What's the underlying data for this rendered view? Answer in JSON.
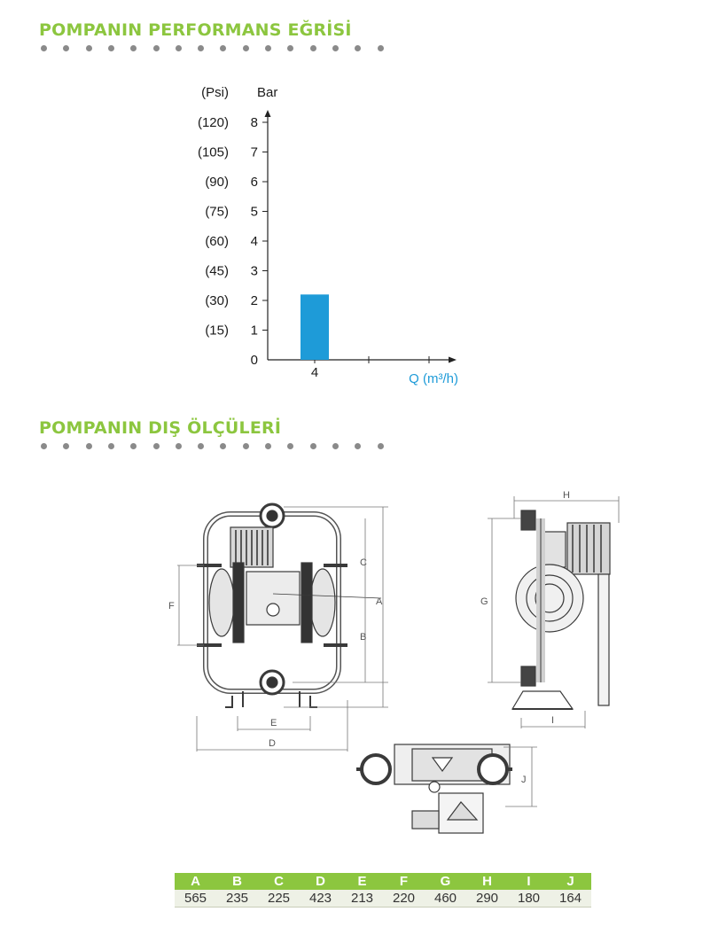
{
  "colors": {
    "accent": "#8cc63f",
    "bar": "#1e9bd8",
    "flow_label": "#1e9bd8",
    "dot": "#8a8a8a"
  },
  "sections": {
    "performance_title": "POMPANIN PERFORMANS EĞRİSİ",
    "dimensions_title": "POMPANIN DIŞ ÖLÇÜLERİ"
  },
  "chart_data": {
    "type": "bar",
    "title": "",
    "ylabel": "Bar",
    "ylabel_secondary": "(Psi)",
    "xlabel": "Q (m³/h)",
    "yticks": [
      0,
      1,
      2,
      3,
      4,
      5,
      6,
      7,
      8
    ],
    "yticks_secondary": [
      "(15)",
      "(30)",
      "(45)",
      "(60)",
      "(75)",
      "(90)",
      "(105)",
      "(120)"
    ],
    "ylim": [
      0,
      8
    ],
    "categories": [
      "4"
    ],
    "values": [
      2.2
    ],
    "xticks_unlabeled": 2,
    "grid": false
  },
  "drawing_labels": {
    "A": "A",
    "B": "B",
    "C": "C",
    "D": "D",
    "E": "E",
    "F": "F",
    "G": "G",
    "H": "H",
    "I": "I",
    "J": "J"
  },
  "dimensions_table": {
    "headers": [
      "A",
      "B",
      "C",
      "D",
      "E",
      "F",
      "G",
      "H",
      "I",
      "J"
    ],
    "values": [
      "565",
      "235",
      "225",
      "423",
      "213",
      "220",
      "460",
      "290",
      "180",
      "164"
    ]
  }
}
